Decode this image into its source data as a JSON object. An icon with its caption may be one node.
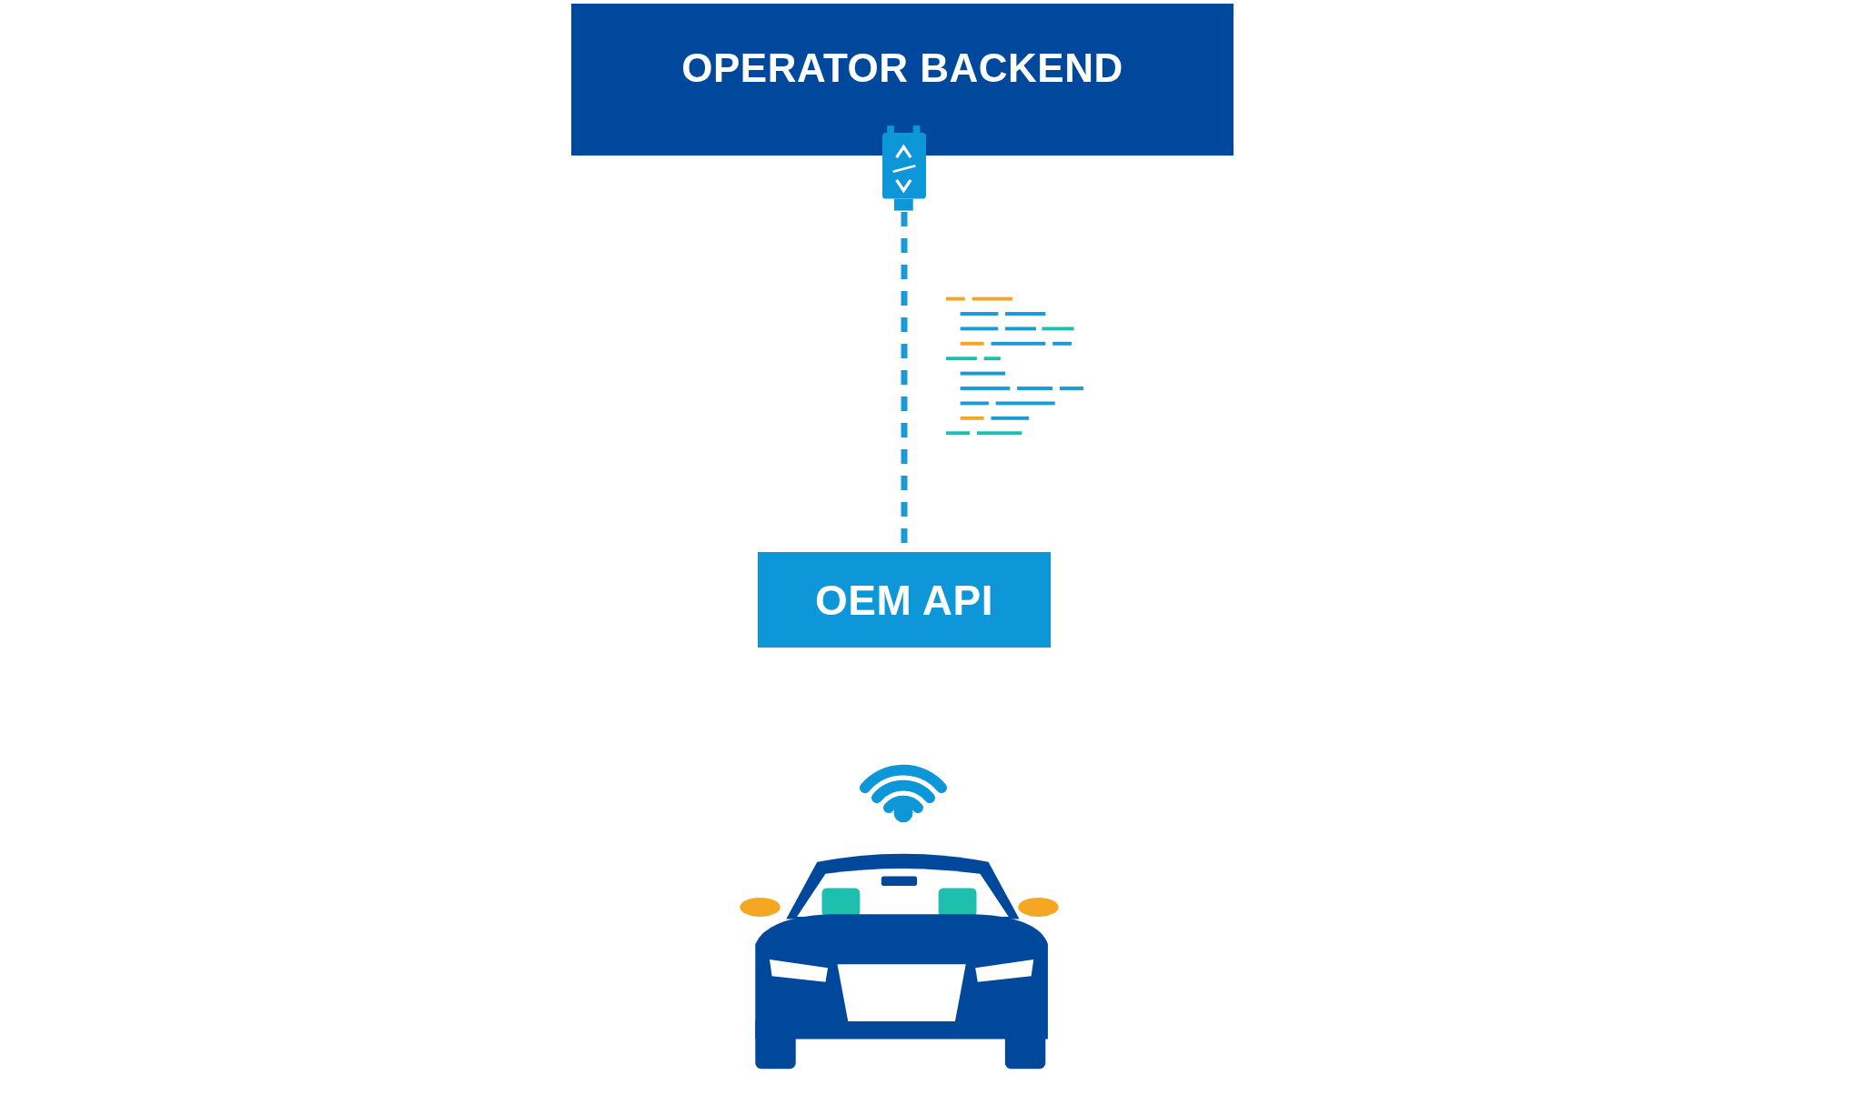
{
  "diagram": {
    "nodes": [
      {
        "text": [
          "OPERATOR BACKEND"
        ]
      },
      {
        "text": [],
        "shape": "picture"
      },
      {
        "text": [
          "OEM API"
        ]
      }
    ],
    "edges": [
      {
        "from": 1,
        "to": 2,
        "arrow": "none",
        "style": "dashed"
      }
    ]
  }
}
